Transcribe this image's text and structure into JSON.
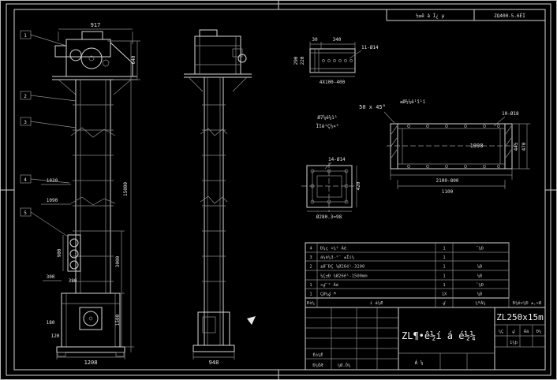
{
  "header": {
    "spec_label": "½≥ê á Ì¿ µ",
    "model_code": "ZQ400-5.6ÊÌ"
  },
  "front_view": {
    "balloons": [
      "1",
      "2",
      "3",
      "4",
      "5"
    ],
    "dim_width_top": "917",
    "dim_total_height": "15000",
    "dim_seg_top": "640",
    "dim_seg_mid": "3000",
    "dim_seg_bottom": "1500",
    "dim_1030": "1030",
    "dim_1090": "1090",
    "dim_900": "900",
    "dim_300": "300",
    "dim_380": "380",
    "dim_180": "180",
    "dim_120": "120",
    "dim_width_bottom": "1208"
  },
  "side_view": {
    "dim_width_bottom": "948"
  },
  "detail_channel": {
    "dim_top": "340",
    "dim_top_small": "30",
    "dim_left_outer": "290",
    "dim_left_inner": "220",
    "holes_label": "11-Ø14",
    "dim_bottom": "4X100-400"
  },
  "chamfer_note": "50 x 45°",
  "detail_beam": {
    "label": "≤Ø½¼è¹î¹í",
    "holes_label": "10-Ø18",
    "dim_inner": "1098",
    "dim_bottom_outer": "2100-800",
    "dim_bottom_inner": "1100",
    "dim_right_outer": "470",
    "dim_right_inner": "445"
  },
  "detail_flange": {
    "holes_label": "14-Ø14",
    "dim_bottom": "Ø280.3=98",
    "dim_right": "420"
  },
  "notes": [
    "Ø7¼é¼ì¹",
    "Ïîè¹Ç½×°"
  ],
  "bom": {
    "header": {
      "no": "Ðò¼",
      "name": "í á¼Æ",
      "qty": "ؼ",
      "mat": "¼ºÁ¼",
      "note": "Ð¼ê×¼Ð ±,×Ø"
    },
    "rows": [
      {
        "no": "4",
        "desc": "Ð¼ç ×¼° Áé",
        "qty": "1",
        "mat": "˜¼Ð"
      },
      {
        "no": "3",
        "desc": "á¼è¼3-°¯ ±Ïí¼",
        "qty": "1",
        "mat": ""
      },
      {
        "no": "2",
        "desc": "±Ø¯ÐÇ ¼Ø26é¹-3200",
        "qty": "1",
        "mat": "¼Ð"
      },
      {
        "no": "",
        "desc": "¼Ç±Ð ¼Ø26é¹-1500mm",
        "qty": "1",
        "mat": "¼Ð"
      },
      {
        "no": "1",
        "desc": "×ؼ¯° Áé",
        "qty": "1",
        "mat": "˜¼Ð"
      },
      {
        "no": "1",
        "desc": "ÇØ¼ׯ ؼ",
        "qty": "1X",
        "mat": "ؘ¼Ð"
      }
    ]
  },
  "title_block": {
    "title": "ZL¶•ê½í á é½¼",
    "model": "ZL250x15m",
    "sheet_note": "Á ¼",
    "sig_1": "Éó¼Ë",
    "sig_2": "Ð¼ÖÆ",
    "sig_date": "¼Ø.Ô¼",
    "cell_a": "¼Ç",
    "cell_b": "ؼ",
    "cell_c": "Áã",
    "cell_d": "Ð¼",
    "cell_e": "1¼þ"
  }
}
